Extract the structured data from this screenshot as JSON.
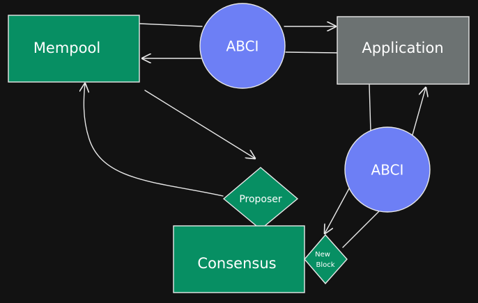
{
  "diagram": {
    "nodes": {
      "mempool": {
        "label": "Mempool",
        "shape": "rectangle",
        "fill": "#078f63"
      },
      "abci_top": {
        "label": "ABCI",
        "shape": "circle",
        "fill": "#6d7ff5"
      },
      "application": {
        "label": "Application",
        "shape": "rectangle",
        "fill": "#6c7272"
      },
      "abci_right": {
        "label": "ABCI",
        "shape": "circle",
        "fill": "#6d7ff5"
      },
      "proposer": {
        "label": "Proposer",
        "shape": "diamond",
        "fill": "#078f63"
      },
      "consensus": {
        "label": "Consensus",
        "shape": "rectangle",
        "fill": "#078f63"
      },
      "new_block": {
        "label_line1": "New",
        "label_line2": "Block",
        "shape": "diamond",
        "fill": "#078f63"
      }
    },
    "colors": {
      "background": "#121212",
      "stroke": "#e8e8e8",
      "text": "#ffffff"
    }
  }
}
